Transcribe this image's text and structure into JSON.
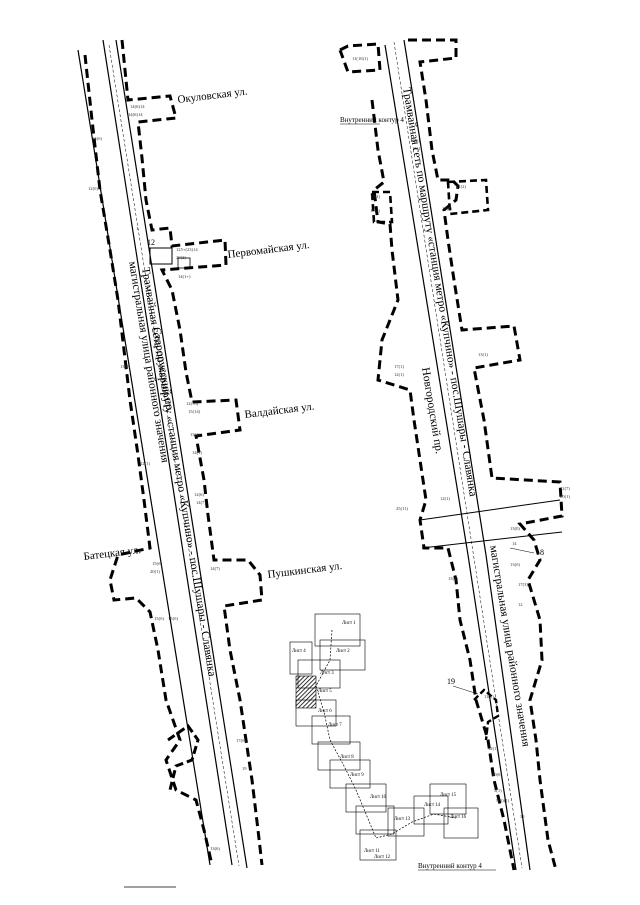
{
  "streets": {
    "okulovskaya": "Окуловская ул.",
    "pervomayskaya": "Первомайская ул.",
    "valdayskaya": "Валдайская ул.",
    "batetskaya": "Батецкая ул.",
    "pushkinskaya": "Пушкинская ул."
  },
  "left_road": {
    "route": "Трамвайная сеть по маршруту «станция метро «Купчино» - пос.Шушары - Славянка",
    "name": "Старорусский пр.",
    "category": "магистральная улица районного значения"
  },
  "right_road": {
    "route": "Трамвайная сеть по маршруту «станция метро «Купчино» - пос.Шушары - Славянка",
    "name": "Новгородский пр.",
    "category": "магистральная улица районного значения"
  },
  "contour_labels": {
    "inner_top": "Внутренний контур 4",
    "inner_bottom": "Внутренний контур 4"
  },
  "point_labels": {
    "p12": "12",
    "p18": "18",
    "p19": "19"
  },
  "sheet_index": {
    "sheets": [
      "Лист 1",
      "Лист 2",
      "Лист 3",
      "Лист 4",
      "Лист 5",
      "Лист 6",
      "Лист 7",
      "Лист 8",
      "Лист 9",
      "Лист 10",
      "Лист 11",
      "Лист 12",
      "Лист 13",
      "Лист 14",
      "Лист 15",
      "Лист 16"
    ],
    "highlighted": "Лист 5"
  },
  "colors": {
    "line": "#000000",
    "background": "#ffffff"
  }
}
